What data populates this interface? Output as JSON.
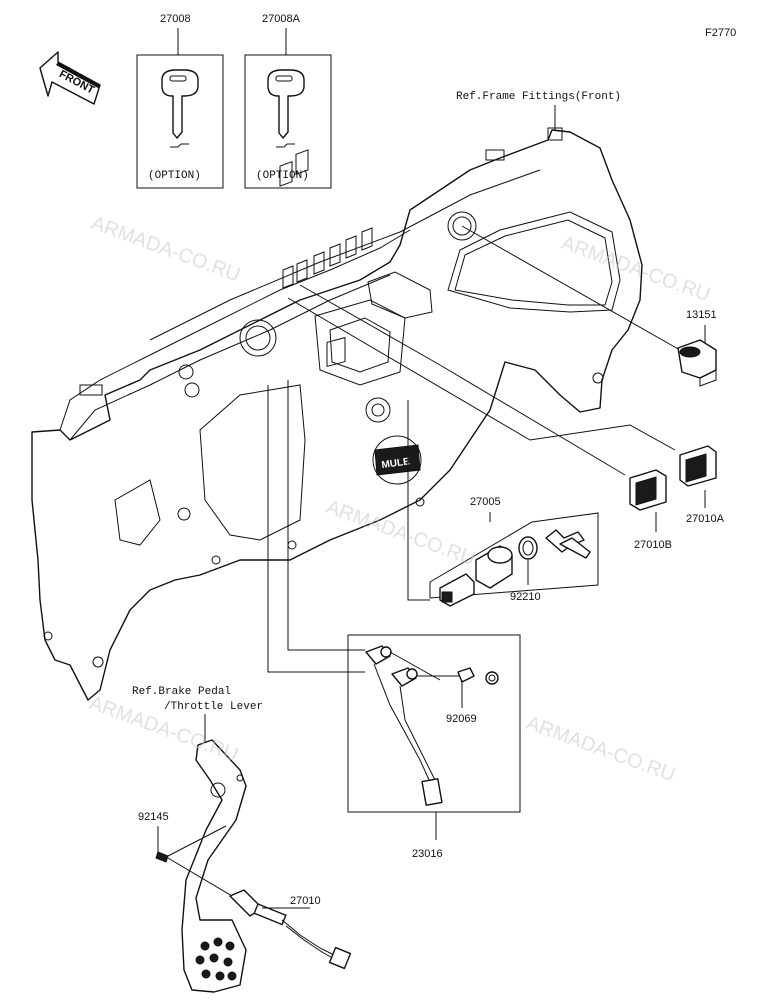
{
  "figure_code": "F2770",
  "front_arrow_label": "FRONT",
  "watermark_text": "ARMADA-CO.RU",
  "ref_frame": "Ref.Frame Fittings(Front)",
  "ref_brake_line1": "Ref.Brake Pedal",
  "ref_brake_line2": "/Throttle Lever",
  "dash_badge": "MULE",
  "parts": {
    "key_a": {
      "number": "27008",
      "note": "(OPTION)"
    },
    "key_b": {
      "number": "27008A",
      "note": "(OPTION)"
    },
    "socket": {
      "number": "13151"
    },
    "switch_a": {
      "number": "27010A"
    },
    "switch_b": {
      "number": "27010B"
    },
    "ignition_switch": {
      "number": "27005"
    },
    "nut": {
      "number": "92210"
    },
    "lamp_harness": {
      "number": "23016"
    },
    "bulb": {
      "number": "92069"
    },
    "spring": {
      "number": "92145"
    },
    "brake_switch": {
      "number": "27010"
    }
  },
  "colors": {
    "line": "#111111",
    "watermark": "#c8c8c8",
    "background": "#ffffff"
  }
}
